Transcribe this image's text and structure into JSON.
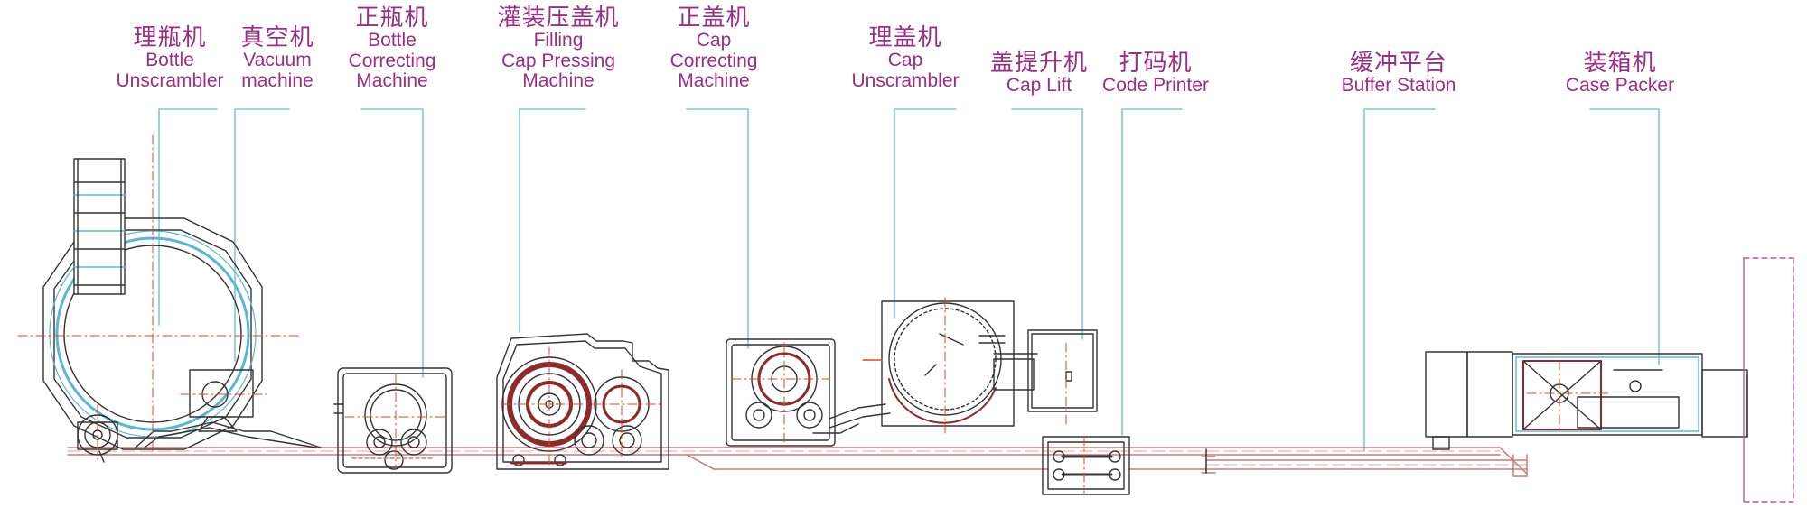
{
  "colors": {
    "label": "#9a2f86",
    "leader": "#7fc8dc",
    "outline": "#333333",
    "centerline": "#d94a2a",
    "accent": "#5bb7d0",
    "rail": "#c87a7a"
  },
  "stations": [
    {
      "zh": "理瓶机",
      "en": [
        "Bottle",
        "Unscrambler"
      ]
    },
    {
      "zh": "真空机",
      "en": [
        "Vacuum",
        "machine"
      ]
    },
    {
      "zh": "正瓶机",
      "en": [
        "Bottle",
        "Correcting",
        "Machine"
      ]
    },
    {
      "zh": "灌装压盖机",
      "en": [
        "Filling",
        "Cap Pressing",
        "Machine"
      ]
    },
    {
      "zh": "正盖机",
      "en": [
        "Cap",
        "Correcting",
        "Machine"
      ]
    },
    {
      "zh": "理盖机",
      "en": [
        "Cap",
        "Unscrambler"
      ]
    },
    {
      "zh": "盖提升机",
      "en": [
        "Cap Lift"
      ]
    },
    {
      "zh": "打码机",
      "en": [
        "Code Printer"
      ]
    },
    {
      "zh": "缓冲平台",
      "en": [
        "Buffer Station"
      ]
    },
    {
      "zh": "装箱机",
      "en": [
        "Case Packer"
      ]
    }
  ]
}
